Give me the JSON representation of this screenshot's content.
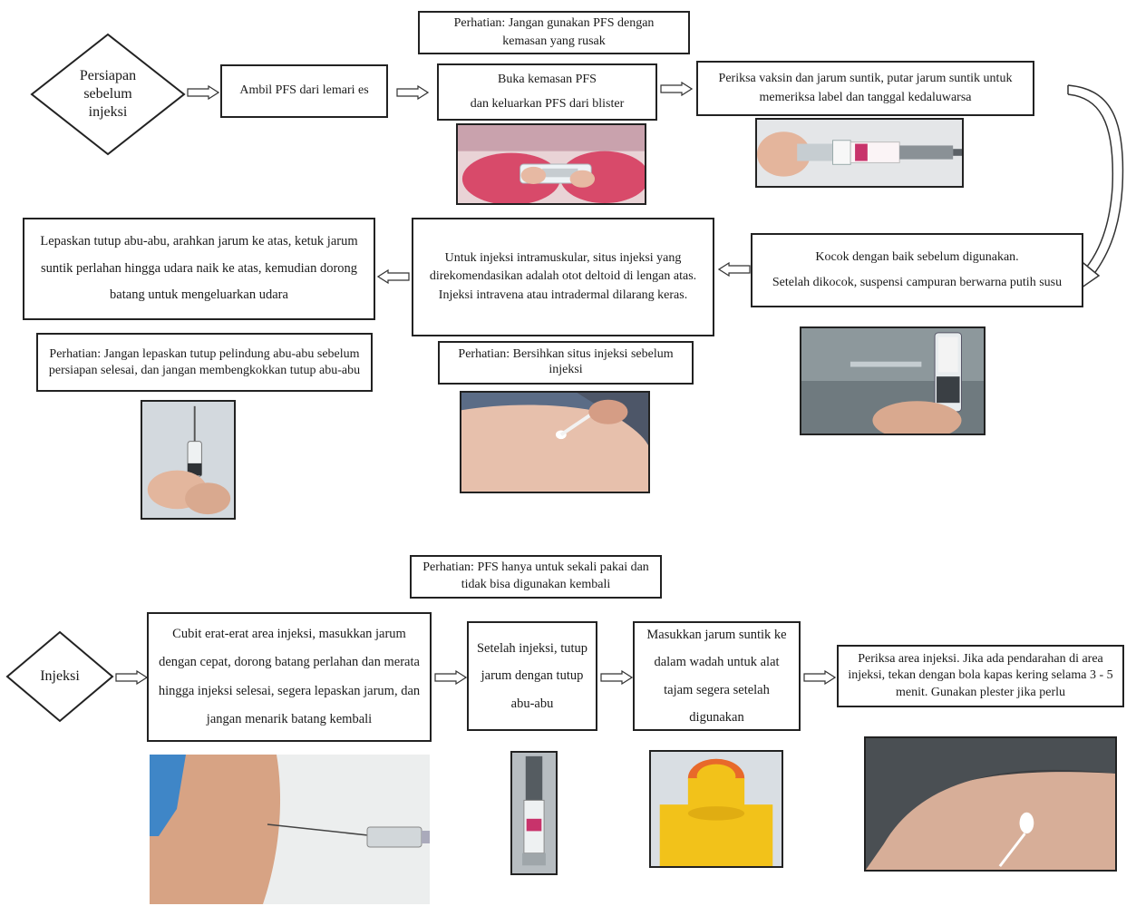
{
  "section_preparation": {
    "start": "Persiapan sebelum injeksi",
    "step_take": "Ambil PFS dari lemari es",
    "note_package": "Perhatian: Jangan gunakan PFS dengan kemasan yang rusak",
    "step_open_line1": "Buka kemasan PFS",
    "step_open_line2": "dan keluarkan PFS dari blister",
    "step_check": "Periksa vaksin dan jarum suntik, putar jarum suntik untuk memeriksa label dan tanggal kedaluwarsa",
    "step_shake_line1": "Kocok dengan baik sebelum digunakan.",
    "step_shake_line2": "Setelah dikocok, suspensi campuran berwarna putih susu",
    "step_site": "Untuk injeksi intramuskular, situs injeksi yang direkomendasikan adalah otot deltoid di lengan atas. Injeksi intravena atau intradermal dilarang keras.",
    "note_clean": "Perhatian: Bersihkan situs injeksi sebelum injeksi",
    "step_air": "Lepaskan tutup abu-abu, arahkan jarum ke atas, ketuk jarum suntik perlahan hingga udara naik ke atas, kemudian dorong batang untuk mengeluarkan udara",
    "note_cap": "Perhatian: Jangan lepaskan tutup pelindung abu-abu sebelum persiapan selesai, dan jangan membengkokkan tutup abu-abu"
  },
  "section_injection": {
    "start": "Injeksi",
    "note_single_use": "Perhatian: PFS hanya untuk sekali pakai dan tidak bisa digunakan kembali",
    "step_inject": "Cubit erat-erat area injeksi, masukkan jarum dengan cepat, dorong batang perlahan dan merata hingga injeksi selesai, segera lepaskan jarum, dan jangan menarik batang kembali",
    "step_recap": "Setelah injeksi, tutup jarum dengan tutup abu-abu",
    "step_dispose": "Masukkan jarum suntik ke dalam wadah untuk alat tajam segera setelah digunakan",
    "step_check_site": "Periksa area injeksi. Jika ada pendarahan di area injeksi, tekan dengan bola kapas kering selama 3 - 5 menit. Gunakan plester jika perlu"
  },
  "colors": {
    "border": "#222222",
    "skin": "#d9a98f",
    "syringe_label": "#c8336b",
    "container_yellow": "#f2c21a",
    "container_orange": "#e8692a"
  }
}
